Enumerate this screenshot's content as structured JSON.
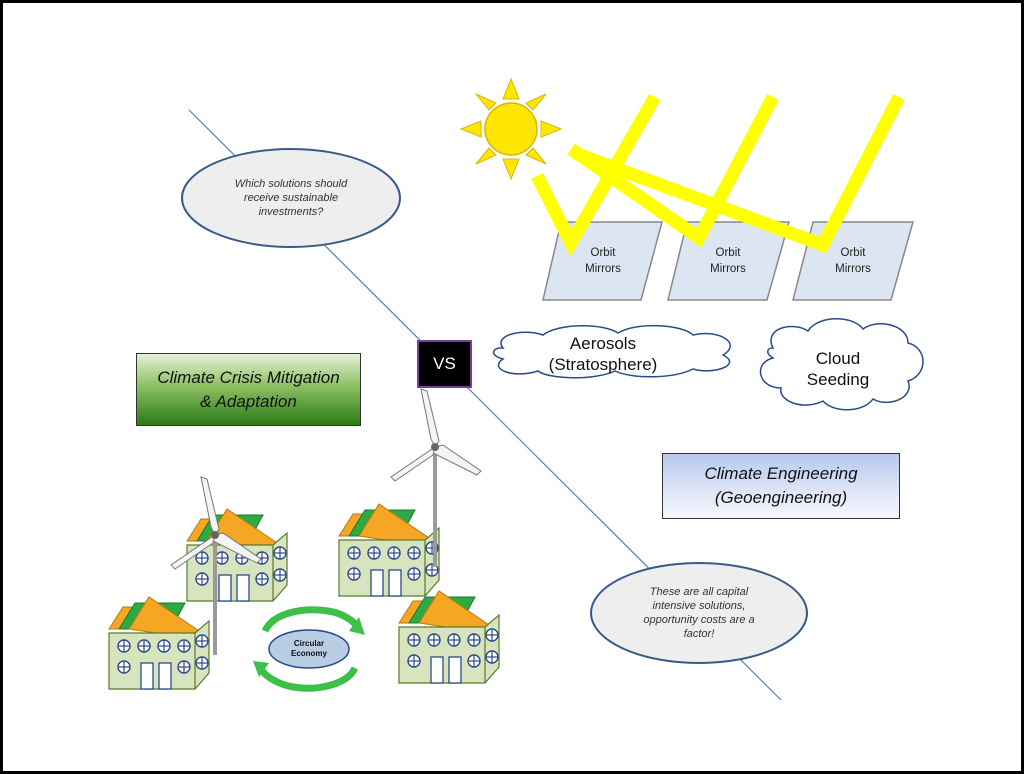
{
  "bubbles": {
    "investments": "Which solutions should\nreceive sustainable\ninvestments?",
    "capital": "These are all capital\nintensive solutions,\nopportunity costs are a\nfactor!"
  },
  "labels": {
    "mitigation": "Climate Crisis Mitigation\n& Adaptation",
    "vs": "VS",
    "engineering": "Climate Engineering\n(Geoengineering)"
  },
  "mirrors": [
    "Orbit\nMirrors",
    "Orbit\nMirrors",
    "Orbit\nMirrors"
  ],
  "clouds": {
    "aerosols": "Aerosols\n(Stratosphere)",
    "seeding": "Cloud\nSeeding"
  },
  "circular_economy": "Circular\nEconomy",
  "colors": {
    "sun": "#ffe600",
    "sun_stroke": "#d4b800",
    "beam": "#ffff00",
    "mirror_fill": "#dce6f2",
    "mirror_stroke": "#888888",
    "divider_line": "#4f81bd",
    "bubble_fill": "#eeeeee",
    "bubble_stroke": "#3a5a8a",
    "house_wall": "#d7e4bd",
    "house_stroke": "#5a7a2a",
    "roof_orange": "#f5a623",
    "roof_green": "#2eaa44",
    "arrow_green": "#3cc04a",
    "circle_blue": "#b8cce4"
  }
}
